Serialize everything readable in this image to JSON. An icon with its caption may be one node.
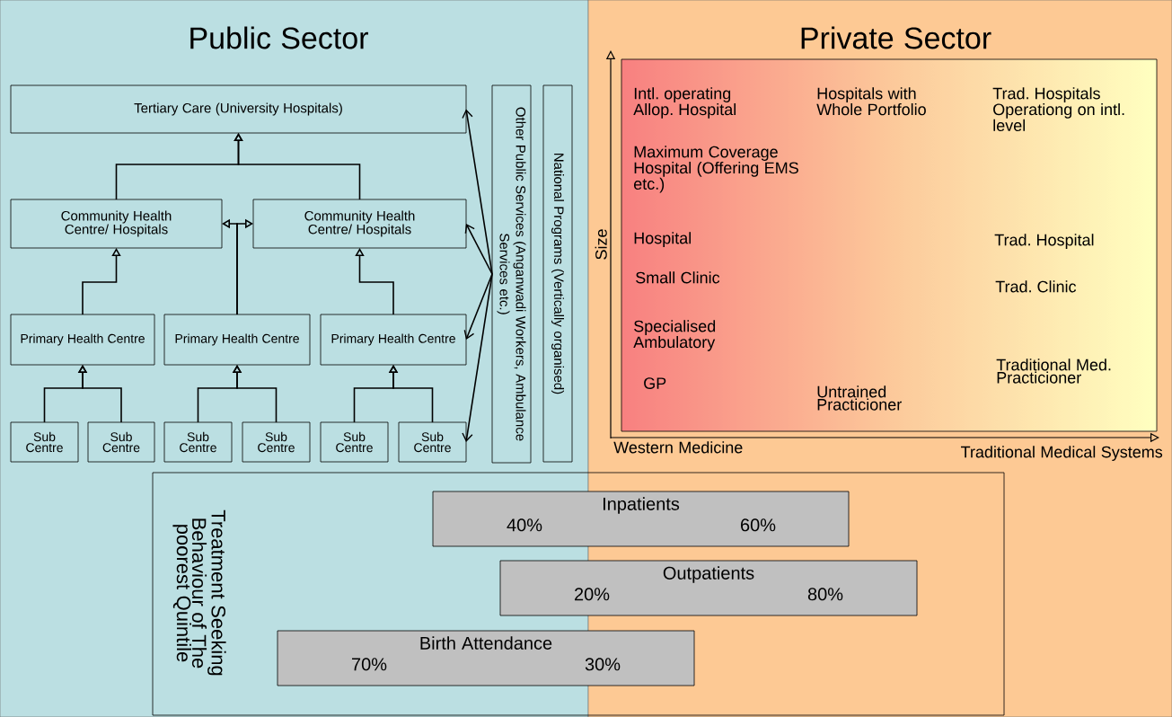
{
  "diagram": {
    "nodes": [
      {
        "text": [
          "Public Sector"
        ]
      },
      {
        "text": [
          "Private Sector"
        ]
      },
      {
        "text": [
          "Tertiary Care (University Hospitals)"
        ],
        "in": 0
      },
      {
        "text": [
          "Community Health Centre/ Hospitals"
        ],
        "in": 0
      },
      {
        "text": [
          "Community Health Centre/ Hospitals"
        ],
        "in": 0
      },
      {
        "text": [
          "Primary Health Centre"
        ],
        "in": 0
      },
      {
        "text": [
          "Primary Health Centre"
        ],
        "in": 0
      },
      {
        "text": [
          "Primary Health Centre"
        ],
        "in": 0
      },
      {
        "text": [
          "Sub Centre"
        ],
        "in": 0
      },
      {
        "text": [
          "Sub Centre"
        ],
        "in": 0
      },
      {
        "text": [
          "Sub Centre"
        ],
        "in": 0
      },
      {
        "text": [
          "Sub Centre"
        ],
        "in": 0
      },
      {
        "text": [
          "Sub Centre"
        ],
        "in": 0
      },
      {
        "text": [
          "Sub Centre"
        ],
        "in": 0
      },
      {
        "text": [
          "Other Public Services (Anganwadi Workers, Ambulance Services etc.)"
        ],
        "in": 0
      },
      {
        "text": [
          "National  Programs (Vertically organised)"
        ],
        "in": 0
      },
      {
        "text": [
          "Intl. operating Allop. Hospital",
          "Maximum Coverage Hospital (Offering EMS etc.)",
          "Hospital",
          "Small Clinic",
          "Specialised Ambulatory",
          "GP",
          "Hospitals with Whole Portfolio",
          "Untrained Practicioner",
          "Trad. Hospitals Operationg on intl. level",
          "Trad. Hospital",
          "Trad. Clinic",
          "Traditional Med. Practicioner"
        ],
        "in": 1
      },
      {
        "text": [
          "Treatment Seeking Behaviour of The poorest Quintile"
        ]
      },
      {
        "text": [
          "Inpatients",
          "40%",
          "60%"
        ],
        "in": 17
      },
      {
        "text": [
          "Outpatients",
          "20%",
          "80%"
        ],
        "in": 17
      },
      {
        "text": [
          "Birth Attendance",
          "70%",
          "30%"
        ],
        "in": 17
      }
    ],
    "edges": [
      {
        "from": 3,
        "to": 2,
        "arrow": "to"
      },
      {
        "from": 4,
        "to": 2,
        "arrow": "to"
      },
      {
        "from": 5,
        "to": 3,
        "arrow": "to"
      },
      {
        "from": 6,
        "to": 3,
        "arrow": "to"
      },
      {
        "from": 6,
        "to": 4,
        "arrow": "to"
      },
      {
        "from": 7,
        "to": 4,
        "arrow": "to"
      },
      {
        "from": 8,
        "to": 5,
        "arrow": "to"
      },
      {
        "from": 9,
        "to": 5,
        "arrow": "to"
      },
      {
        "from": 10,
        "to": 6,
        "arrow": "to"
      },
      {
        "from": 11,
        "to": 6,
        "arrow": "to"
      },
      {
        "from": 12,
        "to": 7,
        "arrow": "to"
      },
      {
        "from": 13,
        "to": 7,
        "arrow": "to"
      },
      {
        "from": 14,
        "to": 2,
        "arrow": "to"
      },
      {
        "from": 14,
        "to": 4,
        "arrow": "to"
      },
      {
        "from": 14,
        "to": 7,
        "arrow": "to"
      },
      {
        "from": 14,
        "to": 13,
        "arrow": "to"
      }
    ],
    "labels": [
      "Size",
      "Western Medicine",
      "Traditional Medical Systems"
    ]
  }
}
